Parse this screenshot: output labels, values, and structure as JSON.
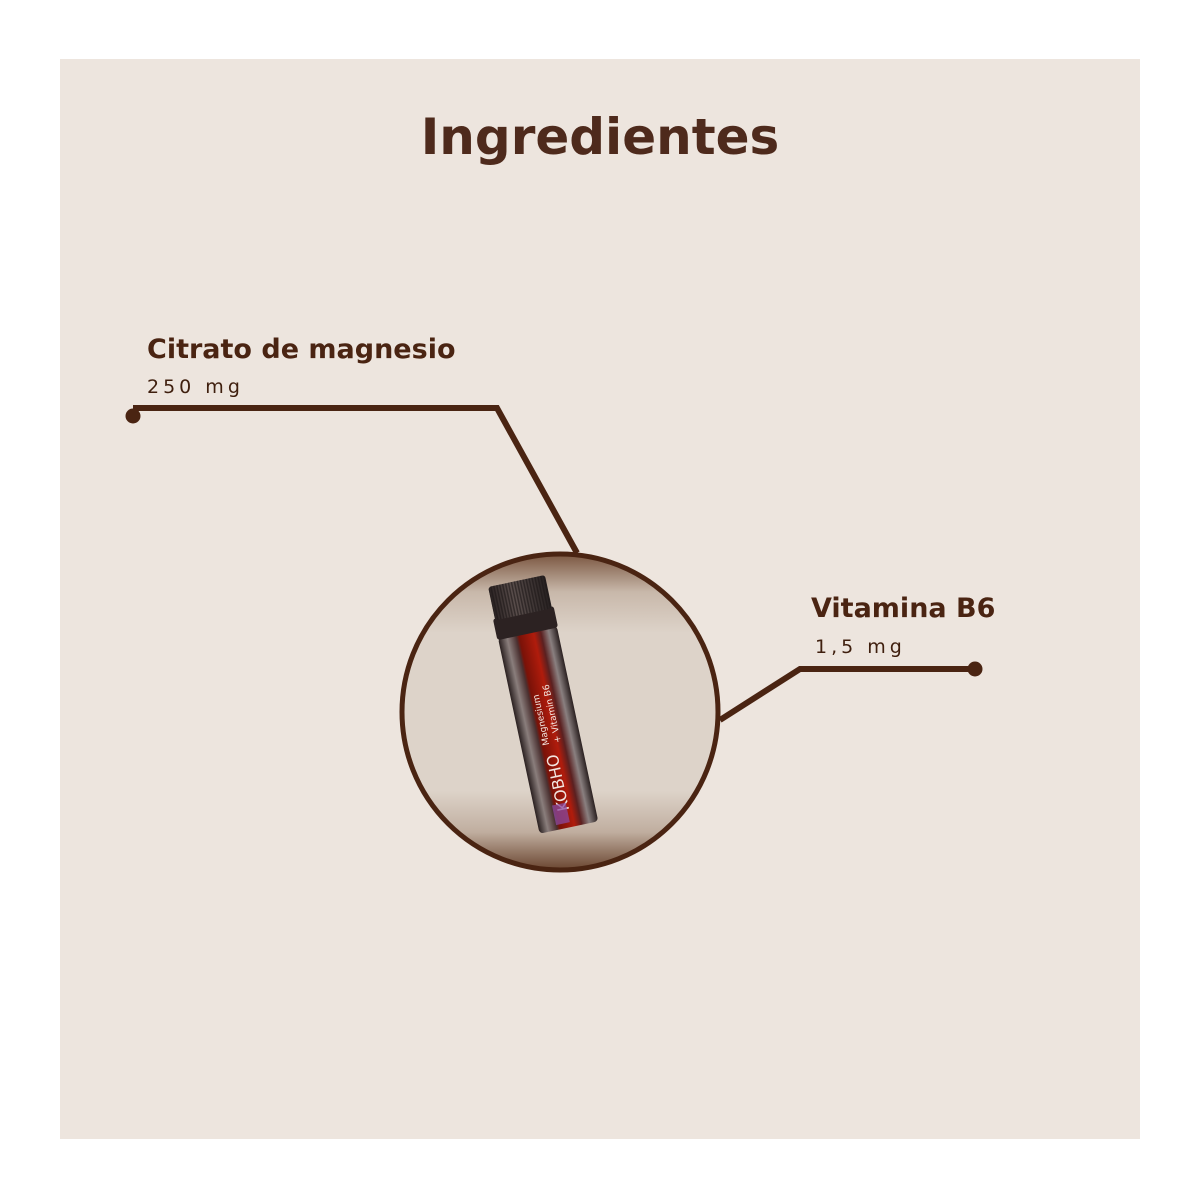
{
  "page": {
    "background_color": "#ede5de",
    "accent_color": "#4a2412"
  },
  "header": {
    "title": "Ingredientes"
  },
  "ingredients": [
    {
      "name": "Citrato de magnesio",
      "amount": "250 mg"
    },
    {
      "name": "Vitamina B6",
      "amount": "1,5 mg"
    }
  ],
  "product": {
    "image": "vial-bottle",
    "brand": "KOBHO",
    "label_line1": "Magnesium",
    "label_line2": "+ Vitamin B6"
  }
}
